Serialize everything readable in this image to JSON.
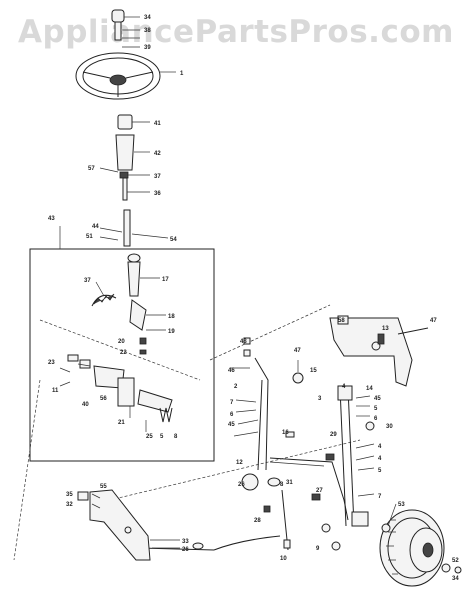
{
  "watermark": "AppliancePartsPros.com",
  "callouts": [
    {
      "id": "c-34a",
      "text": "34"
    },
    {
      "id": "c-38",
      "text": "38"
    },
    {
      "id": "c-39",
      "text": "39"
    },
    {
      "id": "c-1",
      "text": "1"
    },
    {
      "id": "c-41",
      "text": "41"
    },
    {
      "id": "c-42",
      "text": "42"
    },
    {
      "id": "c-57",
      "text": "57"
    },
    {
      "id": "c-37a",
      "text": "37"
    },
    {
      "id": "c-36",
      "text": "36"
    },
    {
      "id": "c-43",
      "text": "43"
    },
    {
      "id": "c-44",
      "text": "44"
    },
    {
      "id": "c-51",
      "text": "51"
    },
    {
      "id": "c-54",
      "text": "54"
    },
    {
      "id": "c-17",
      "text": "17"
    },
    {
      "id": "c-37b",
      "text": "37"
    },
    {
      "id": "c-18",
      "text": "18"
    },
    {
      "id": "c-19",
      "text": "19"
    },
    {
      "id": "c-20",
      "text": "20"
    },
    {
      "id": "c-22",
      "text": "22"
    },
    {
      "id": "c-23",
      "text": "23"
    },
    {
      "id": "c-11",
      "text": "11"
    },
    {
      "id": "c-40",
      "text": "40"
    },
    {
      "id": "c-56",
      "text": "56"
    },
    {
      "id": "c-21",
      "text": "21"
    },
    {
      "id": "c-25",
      "text": "25"
    },
    {
      "id": "c-5a",
      "text": "5"
    },
    {
      "id": "c-8",
      "text": "8"
    },
    {
      "id": "c-48",
      "text": "48"
    },
    {
      "id": "c-47a",
      "text": "47"
    },
    {
      "id": "c-2",
      "text": "2"
    },
    {
      "id": "c-46",
      "text": "46"
    },
    {
      "id": "c-7a",
      "text": "7"
    },
    {
      "id": "c-6a",
      "text": "6"
    },
    {
      "id": "c-45a",
      "text": "45"
    },
    {
      "id": "c-16",
      "text": "16"
    },
    {
      "id": "c-58",
      "text": "58"
    },
    {
      "id": "c-13",
      "text": "13"
    },
    {
      "id": "c-47b",
      "text": "47"
    },
    {
      "id": "c-15",
      "text": "15"
    },
    {
      "id": "c-3",
      "text": "3"
    },
    {
      "id": "c-4a",
      "text": "4"
    },
    {
      "id": "c-14",
      "text": "14"
    },
    {
      "id": "c-45b",
      "text": "45"
    },
    {
      "id": "c-5b",
      "text": "5"
    },
    {
      "id": "c-6b",
      "text": "6"
    },
    {
      "id": "c-29",
      "text": "29"
    },
    {
      "id": "c-30",
      "text": "30"
    },
    {
      "id": "c-4b",
      "text": "4"
    },
    {
      "id": "c-4c",
      "text": "4"
    },
    {
      "id": "c-5c",
      "text": "5"
    },
    {
      "id": "c-7b",
      "text": "7"
    },
    {
      "id": "c-12",
      "text": "12"
    },
    {
      "id": "c-31",
      "text": "31"
    },
    {
      "id": "c-26a",
      "text": "26"
    },
    {
      "id": "c-8b",
      "text": "8"
    },
    {
      "id": "c-27",
      "text": "27"
    },
    {
      "id": "c-28",
      "text": "28"
    },
    {
      "id": "c-10",
      "text": "10"
    },
    {
      "id": "c-55",
      "text": "55"
    },
    {
      "id": "c-35",
      "text": "35"
    },
    {
      "id": "c-32",
      "text": "32"
    },
    {
      "id": "c-33",
      "text": "33"
    },
    {
      "id": "c-26b",
      "text": "26"
    },
    {
      "id": "c-53",
      "text": "53"
    },
    {
      "id": "c-9",
      "text": "9"
    },
    {
      "id": "c-52",
      "text": "52"
    },
    {
      "id": "c-34b",
      "text": "34"
    }
  ]
}
